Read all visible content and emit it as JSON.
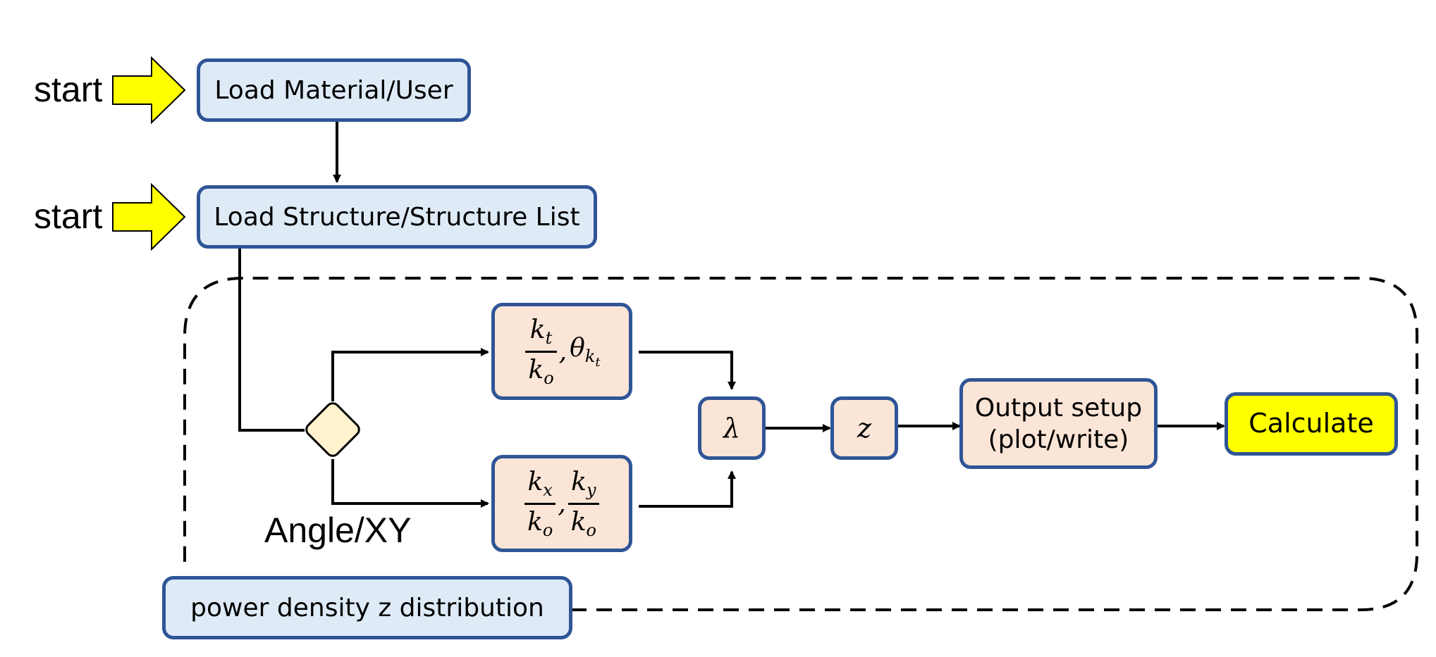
{
  "start_labels": [
    "start",
    "start"
  ],
  "nodes": {
    "load_material": "Load Material/User",
    "load_structure": "Load Structure/Structure List",
    "ratio_angle": {
      "num_base": "k",
      "num_sub": "t",
      "den_base": "k",
      "den_sub": "o",
      "sep": ",",
      "theta": "θ",
      "theta_sub_base": "k",
      "theta_sub_sub": "t"
    },
    "ratio_xy": {
      "num1_base": "k",
      "num1_sub": "x",
      "den1_base": "k",
      "den1_sub": "o",
      "sep": ",",
      "num2_base": "k",
      "num2_sub": "y",
      "den2_base": "k",
      "den2_sub": "o"
    },
    "lambda": "λ",
    "z": "z",
    "output_setup": [
      "Output setup",
      "(plot/write)"
    ],
    "calculate": "Calculate",
    "power_density": "power density z distribution"
  },
  "decision_label": "Angle/XY",
  "colors": {
    "box_border": "#2f5597",
    "blue_fill": "#deebf7",
    "peach_fill": "#fbe5d6",
    "highlight_fill": "#ffff00",
    "decision_fill": "#fff2cc",
    "arrow_fill": "#ffff00"
  }
}
